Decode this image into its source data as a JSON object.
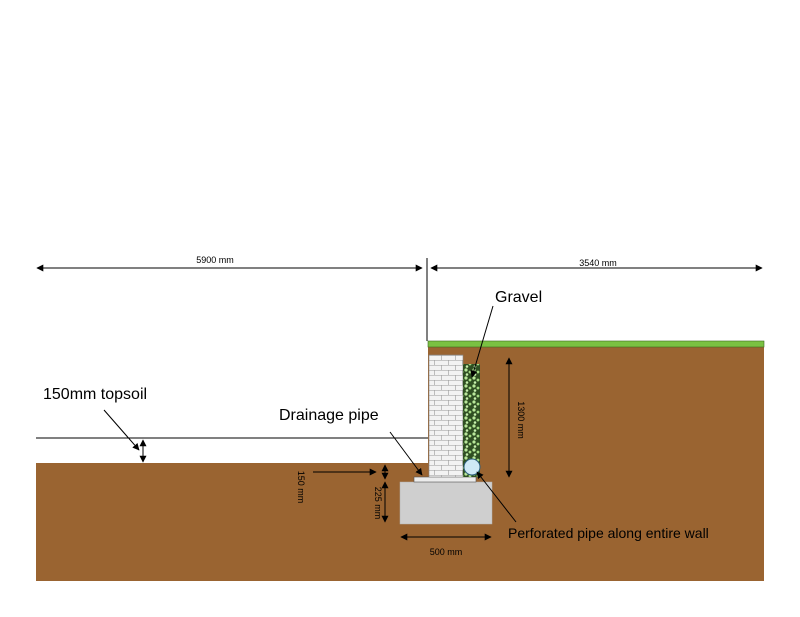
{
  "dimensions": {
    "left_width": "5900 mm",
    "right_width": "3540 mm",
    "wall_height": "1300 mm",
    "topsoil_offset": "150 mm",
    "footing_depth": "225 mm",
    "footing_width": "500 mm"
  },
  "labels": {
    "gravel": "Gravel",
    "topsoil": "150mm topsoil",
    "drainage_pipe": "Drainage pipe",
    "perforated_pipe": "Perforated pipe along entire wall"
  },
  "colors": {
    "soil": "#9a6431",
    "grass": "#7ac142",
    "footing": "#cfcfcf",
    "gravel": "#9fd67a",
    "wall": "#f2f2f2",
    "pipe": "#cfe9f5"
  }
}
